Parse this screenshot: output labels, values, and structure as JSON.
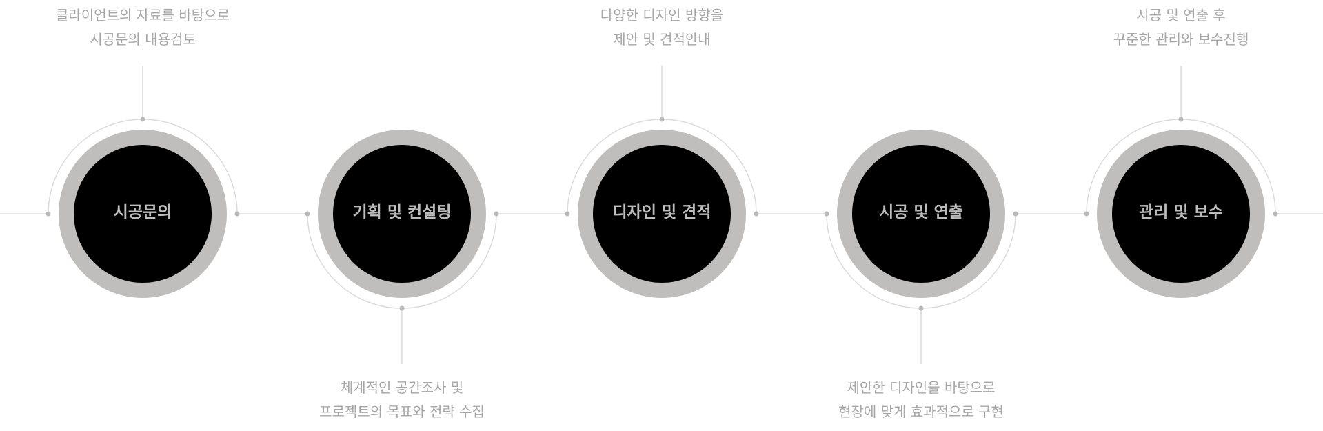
{
  "colors": {
    "ring": "#bfbebd",
    "core": "#000000",
    "connector": "#dcdcdc",
    "dot": "#b9b9b9",
    "caption_text": "#a6a6a6",
    "label_text": "#bdbdbd"
  },
  "steps": [
    {
      "title": "시공문의",
      "caption_position": "top",
      "caption": [
        "클라이언트의 자료를 바탕으로",
        "시공문의 내용검토"
      ]
    },
    {
      "title": "기획 및 컨설팅",
      "caption_position": "bottom",
      "caption": [
        "체계적인 공간조사 및",
        "프로젝트의 목표와 전략 수집"
      ]
    },
    {
      "title": "디자인 및 견적",
      "caption_position": "top",
      "caption": [
        "다양한 디자인 방향을",
        "제안 및 견적안내"
      ]
    },
    {
      "title": "시공 및 연출",
      "caption_position": "bottom",
      "caption": [
        "제안한 디자인을 바탕으로",
        "현장에 맞게 효과적으로 구현"
      ]
    },
    {
      "title": "관리 및 보수",
      "caption_position": "top",
      "caption": [
        "시공 및 연출 후",
        "꾸준한 관리와 보수진행"
      ]
    }
  ]
}
